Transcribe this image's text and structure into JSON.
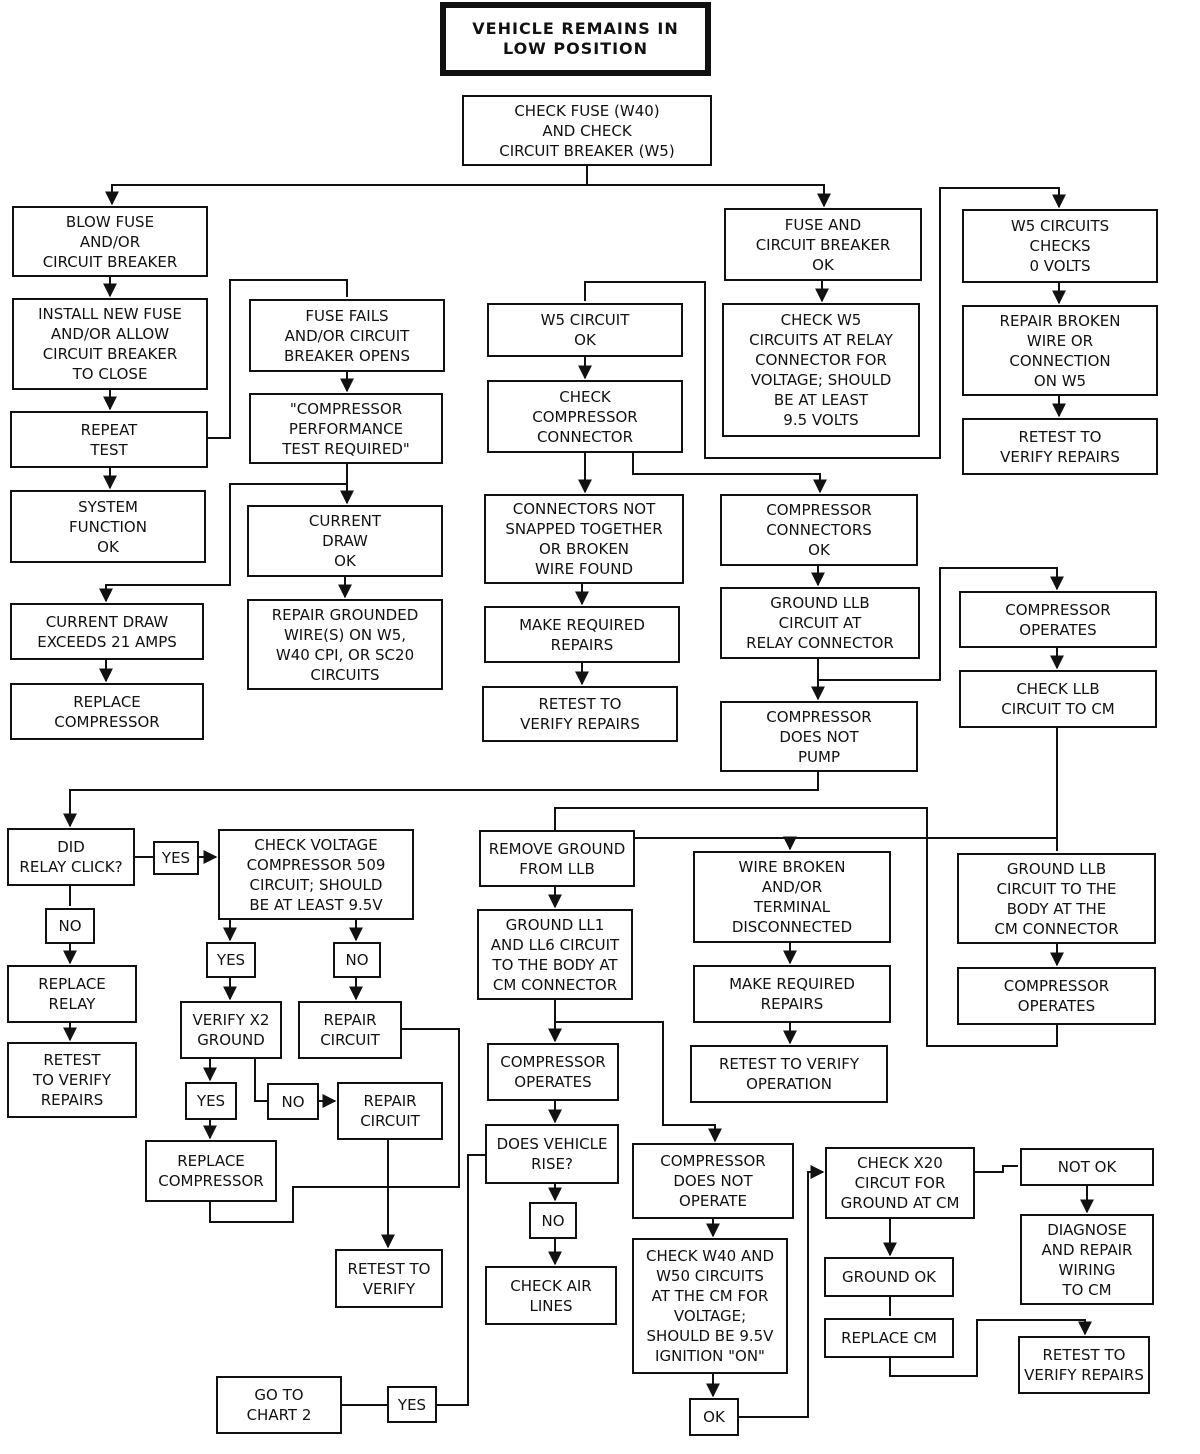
{
  "flowchart": {
    "title": "VEHICLE REMAINS IN\nLOW POSITION",
    "nodes": {
      "check_fuse": "CHECK FUSE (W40)\nAND CHECK\nCIRCUIT BREAKER (W5)",
      "blow_fuse": "BLOW FUSE\nAND/OR\nCIRCUIT BREAKER",
      "install_new_fuse": "INSTALL NEW FUSE\nAND/OR ALLOW\nCIRCUIT BREAKER\nTO CLOSE",
      "repeat_test": "REPEAT\nTEST",
      "system_function_ok": "SYSTEM\nFUNCTION\nOK",
      "current_draw_exceeds": "CURRENT DRAW\nEXCEEDS 21 AMPS",
      "replace_compressor_1": "REPLACE\nCOMPRESSOR",
      "fuse_fails": "FUSE FAILS\nAND/OR CIRCUIT\nBREAKER OPENS",
      "compressor_perf_test": "\"COMPRESSOR\nPERFORMANCE\nTEST REQUIRED\"",
      "current_draw_ok": "CURRENT\nDRAW\nOK",
      "repair_grounded_wire": "REPAIR GROUNDED\nWIRE(S) ON W5,\nW40 CPI, OR SC20\nCIRCUITS",
      "w5_circuit_ok": "W5 CIRCUIT\nOK",
      "check_compressor_connector": "CHECK\nCOMPRESSOR\nCONNECTOR",
      "connectors_not_snapped": "CONNECTORS NOT\nSNAPPED TOGETHER\nOR BROKEN\nWIRE FOUND",
      "make_required_repairs_1": "MAKE REQUIRED\nREPAIRS",
      "retest_verify_repairs_1": "RETEST TO\nVERIFY REPAIRS",
      "fuse_cb_ok": "FUSE AND\nCIRCUIT BREAKER\nOK",
      "check_w5_relay": "CHECK W5\nCIRCUITS AT RELAY\nCONNECTOR FOR\nVOLTAGE; SHOULD\nBE AT LEAST\n9.5 VOLTS",
      "compressor_connectors_ok": "COMPRESSOR\nCONNECTORS\nOK",
      "ground_llb_relay": "GROUND LLB\nCIRCUIT AT\nRELAY CONNECTOR",
      "compressor_does_not_pump": "COMPRESSOR\nDOES NOT\nPUMP",
      "w5_checks_0v": "W5 CIRCUITS\nCHECKS\n0 VOLTS",
      "repair_broken_wire_w5": "REPAIR BROKEN\nWIRE OR\nCONNECTION\nON W5",
      "retest_verify_repairs_2": "RETEST TO\nVERIFY REPAIRS",
      "compressor_operates_1": "COMPRESSOR\nOPERATES",
      "check_llb_cm": "CHECK LLB\nCIRCUIT TO CM",
      "did_relay_click": "DID\nRELAY CLICK?",
      "yes_1": "YES",
      "no_1": "NO",
      "replace_relay": "REPLACE\nRELAY",
      "retest_verify_repairs_3": "RETEST\nTO VERIFY\nREPAIRS",
      "check_voltage_509": "CHECK VOLTAGE\nCOMPRESSOR 509\nCIRCUIT; SHOULD\nBE AT LEAST 9.5V",
      "yes_2": "YES",
      "no_2": "NO",
      "verify_x2_ground": "VERIFY X2\nGROUND",
      "repair_circuit_1": "REPAIR\nCIRCUIT",
      "yes_3": "YES",
      "no_3": "NO",
      "repair_circuit_2": "REPAIR\nCIRCUIT",
      "replace_compressor_2": "REPLACE\nCOMPRESSOR",
      "retest_to_verify": "RETEST TO\nVERIFY",
      "go_to_chart_2": "GO TO\nCHART 2",
      "yes_4": "YES",
      "remove_ground_llb": "REMOVE GROUND\nFROM LLB",
      "ground_ll1_ll6": "GROUND LL1\nAND LL6 CIRCUIT\nTO THE BODY AT\nCM CONNECTOR",
      "compressor_operates_2": "COMPRESSOR\nOPERATES",
      "does_vehicle_rise": "DOES VEHICLE\nRISE?",
      "no_4": "NO",
      "check_air_lines": "CHECK AIR\nLINES",
      "compressor_does_not_operate": "COMPRESSOR\nDOES NOT\nOPERATE",
      "check_w40_w50": "CHECK W40 AND\nW50 CIRCUITS\nAT THE CM FOR\nVOLTAGE;\nSHOULD BE 9.5V\nIGNITION \"ON\"",
      "ok_1": "OK",
      "wire_broken": "WIRE BROKEN\nAND/OR\nTERMINAL\nDISCONNECTED",
      "make_required_repairs_2": "MAKE REQUIRED\nREPAIRS",
      "retest_verify_operation": "RETEST TO VERIFY\nOPERATION",
      "ground_llb_body": "GROUND LLB\nCIRCUIT TO THE\nBODY AT THE\nCM CONNECTOR",
      "compressor_operates_3": "COMPRESSOR\nOPERATES",
      "check_x20": "CHECK X20\nCIRCUT FOR\nGROUND AT CM",
      "ground_ok": "GROUND OK",
      "replace_cm": "REPLACE CM",
      "not_ok": "NOT OK",
      "diagnose_repair_cm": "DIAGNOSE\nAND REPAIR\nWIRING\nTO CM",
      "retest_verify_repairs_4": "RETEST TO\nVERIFY REPAIRS"
    }
  }
}
